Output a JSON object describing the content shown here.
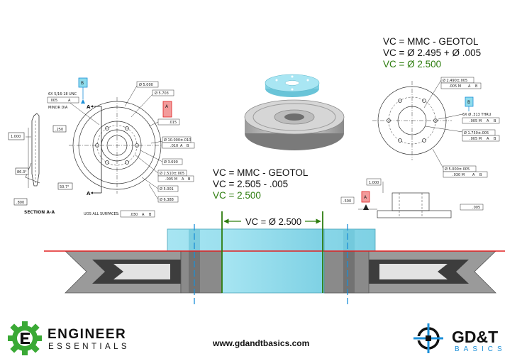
{
  "equations": {
    "top_right": {
      "line1": "VC = MMC - GEOTOL",
      "line2": "VC = Ø 2.495 + Ø .005",
      "line3": "VC = Ø 2.500"
    },
    "middle": {
      "line1": "VC = MMC - GEOTOL",
      "line2": "VC = 2.505 - .005",
      "line3": "VC = 2.500"
    }
  },
  "dimension": {
    "label": "VC = Ø 2.500"
  },
  "drawing_left": {
    "callouts": [
      "6X 5/16-18 UNC",
      "MINOR DIA",
      "Ø 5.000",
      "Ø 5.703",
      "Ø 10.000±.010",
      "Ø 3.690",
      "Ø 2.510±.005",
      "Ø 5.001",
      "Ø 6.388",
      ".250",
      "1.000",
      ".800",
      "86.3°",
      "50.7°",
      ".015"
    ],
    "fcf": [
      ".005",
      "A",
      ".010",
      "A",
      "B",
      ".005 M",
      "A",
      "B",
      ".030",
      "A",
      "B"
    ],
    "datum_a": "A",
    "datum_b": "B",
    "section_label": "SECTION A-A",
    "surfaces_note": "UOS ALL SURFACES:",
    "section_arrow": "A"
  },
  "drawing_right": {
    "callouts": [
      "Ø 2.490±.005",
      "6X Ø .313 THRU",
      "Ø 1.750±.005",
      "Ø 5.000±.005",
      "1.000",
      ".500",
      ".005"
    ],
    "fcf": [
      ".005 M",
      "A",
      "B",
      ".005 M",
      "A",
      "B",
      ".030 M",
      "A",
      "B"
    ],
    "datum_a": "A",
    "datum_b": "B"
  },
  "footer": {
    "url": "www.gdandtbasics.com",
    "left_brand_line1": "ENGINEER",
    "left_brand_line2": "ESSENTIALS",
    "right_brand": "GD&T",
    "right_sub": "BASICS"
  },
  "colors": {
    "cyan_part": "#8fdcec",
    "red_datum": "#e02020",
    "green_bound": "#2e7d0f",
    "blue_axis": "#1b8fd8",
    "grey_part": "#8c8c8c",
    "logo_green": "#3aa935"
  },
  "icons": [
    "gear-logo-icon",
    "gdt-target-logo-icon"
  ]
}
